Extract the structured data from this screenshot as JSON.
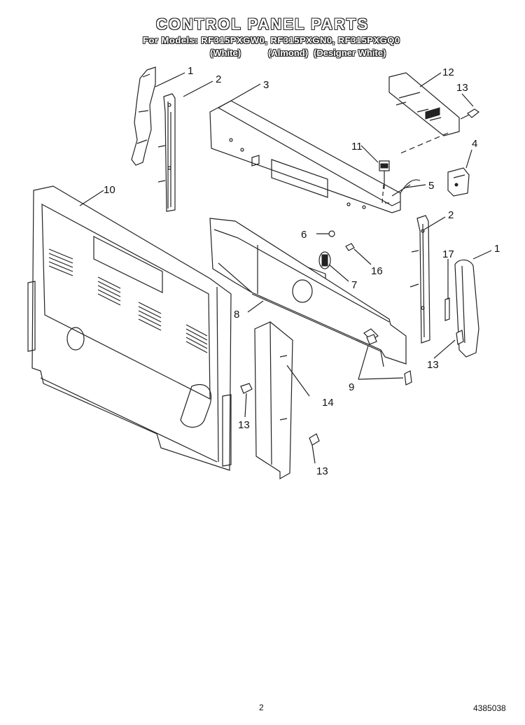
{
  "header": {
    "title": "CONTROL PANEL PARTS",
    "models_line": "For Models: RF315PXGW0, RF315PXGN0, RF315PXGQ0",
    "colors": [
      "(White)",
      "(Almond)",
      "(Designer White)"
    ]
  },
  "callouts": [
    "1",
    "2",
    "3",
    "12",
    "13",
    "11",
    "4",
    "10",
    "5",
    "2",
    "6",
    "17",
    "1",
    "16",
    "7",
    "8",
    "13",
    "9",
    "14",
    "13",
    "13"
  ],
  "footer": {
    "page_number": "2",
    "doc_number": "4385038"
  }
}
